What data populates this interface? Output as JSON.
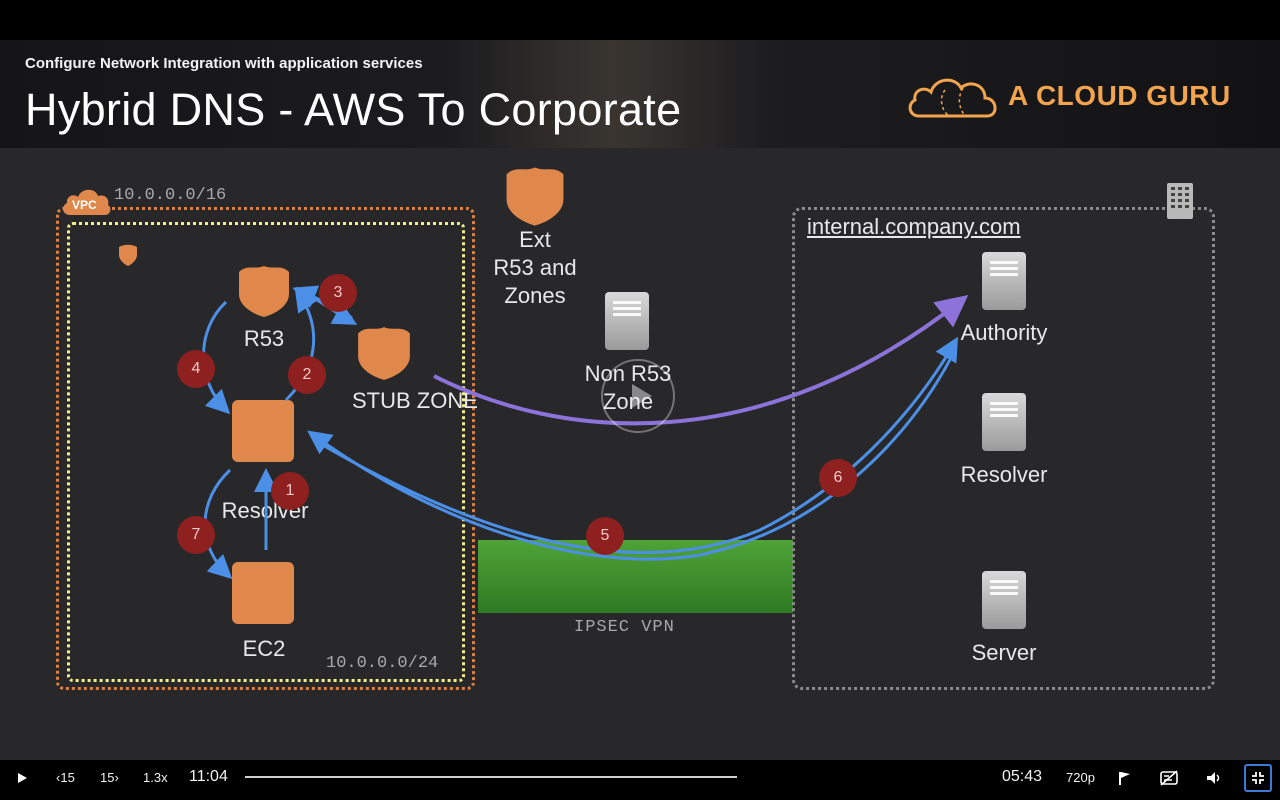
{
  "header": {
    "subtitle": "Configure Network Integration with application services",
    "title": "Hybrid DNS - AWS To Corporate",
    "logo": "A CLOUD GURU"
  },
  "diagram": {
    "vpc_tag": "VPC",
    "vpc_cidr": "10.0.0.0/16",
    "subnet_cidr": "10.0.0.0/24",
    "r53": "R53",
    "stub_zone": "STUB ZONE",
    "resolver": "Resolver",
    "ec2": "EC2",
    "ext_zones": [
      "Ext",
      "R53 and",
      "Zones"
    ],
    "non_r53": [
      "Non R53",
      "Zone"
    ],
    "vpn": "IPSEC VPN",
    "corp_domain": "internal.company.com",
    "authority": "Authority",
    "corp_resolver": "Resolver",
    "server": "Server",
    "steps": [
      "1",
      "2",
      "3",
      "4",
      "5",
      "6",
      "7"
    ]
  },
  "player": {
    "skip_back": "15",
    "skip_forward": "15",
    "speed": "1.3x",
    "current_time": "11:04",
    "remaining_time": "05:43",
    "quality": "720p",
    "icons": [
      "play-icon",
      "rewind-icon",
      "forward-icon",
      "flag-icon",
      "captions-icon",
      "volume-icon",
      "exit-fullscreen-icon"
    ]
  },
  "colors": {
    "accent": "#f3a44e",
    "arrow_blue": "#4c8fe6",
    "arrow_purple": "#8c73d9",
    "badge": "#8f2020",
    "vpn_green": "#3f8f2c"
  }
}
